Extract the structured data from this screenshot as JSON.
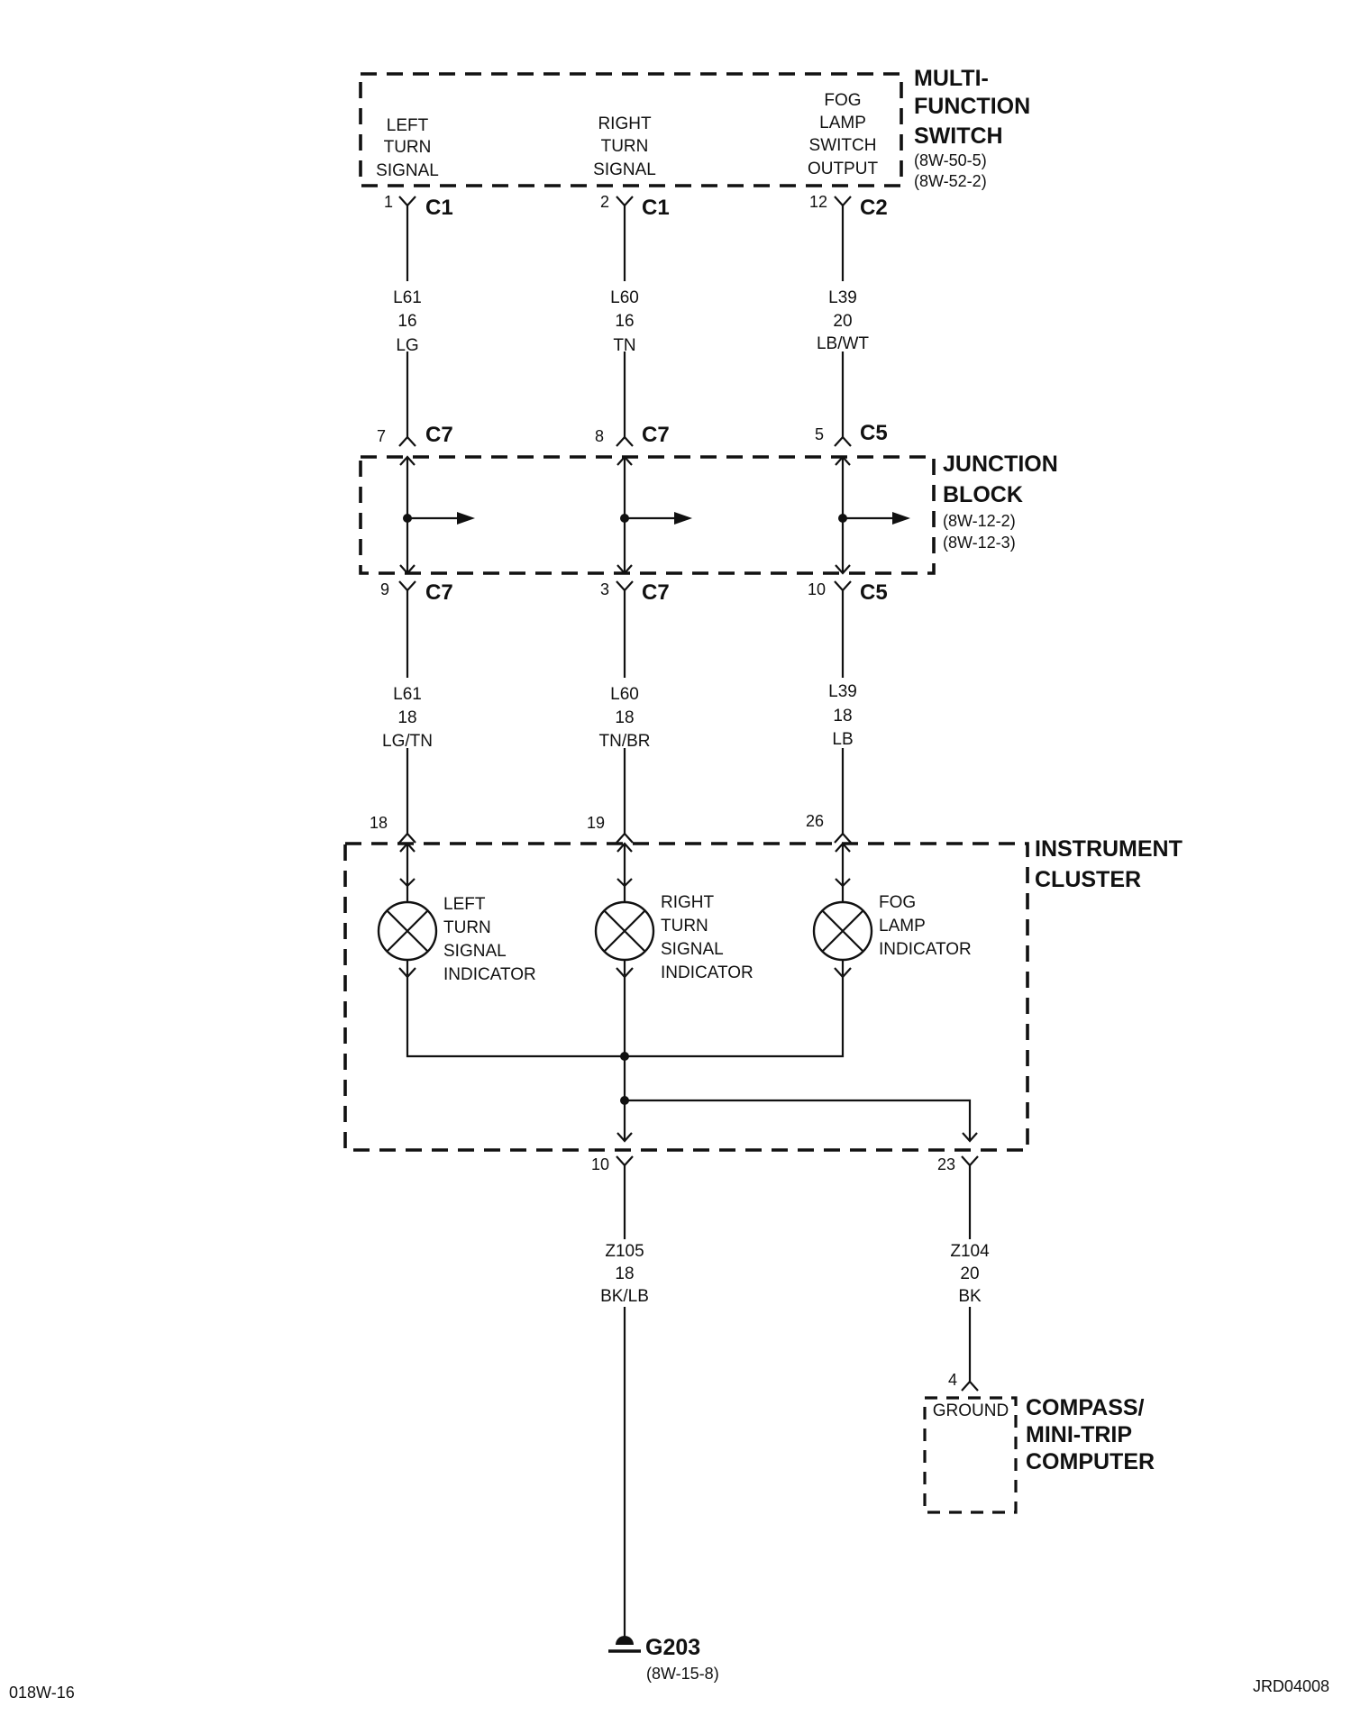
{
  "switch": {
    "title": [
      "MULTI-",
      "FUNCTION",
      "SWITCH"
    ],
    "refs": [
      "(8W-50-5)",
      "(8W-52-2)"
    ],
    "outputs": [
      [
        "LEFT",
        "TURN",
        "SIGNAL"
      ],
      [
        "RIGHT",
        "TURN",
        "SIGNAL"
      ],
      [
        "FOG",
        "LAMP",
        "SWITCH",
        "OUTPUT"
      ]
    ],
    "pins": [
      {
        "pin": "1",
        "connector": "C1"
      },
      {
        "pin": "2",
        "connector": "C1"
      },
      {
        "pin": "12",
        "connector": "C2"
      }
    ]
  },
  "wires_upper": [
    {
      "circuit": "L61",
      "gauge": "16",
      "color": "LG"
    },
    {
      "circuit": "L60",
      "gauge": "16",
      "color": "TN"
    },
    {
      "circuit": "L39",
      "gauge": "20",
      "color": "LB/WT"
    }
  ],
  "junction_block": {
    "title": [
      "JUNCTION",
      "BLOCK"
    ],
    "refs": [
      "(8W-12-2)",
      "(8W-12-3)"
    ],
    "top_pins": [
      {
        "pin": "7",
        "connector": "C7"
      },
      {
        "pin": "8",
        "connector": "C7"
      },
      {
        "pin": "5",
        "connector": "C5"
      }
    ],
    "bottom_pins": [
      {
        "pin": "9",
        "connector": "C7"
      },
      {
        "pin": "3",
        "connector": "C7"
      },
      {
        "pin": "10",
        "connector": "C5"
      }
    ]
  },
  "wires_middle": [
    {
      "circuit": "L61",
      "gauge": "18",
      "color": "LG/TN"
    },
    {
      "circuit": "L60",
      "gauge": "18",
      "color": "TN/BR"
    },
    {
      "circuit": "L39",
      "gauge": "18",
      "color": "LB"
    }
  ],
  "cluster": {
    "title": [
      "INSTRUMENT",
      "CLUSTER"
    ],
    "input_pins": [
      "18",
      "19",
      "26"
    ],
    "lamps": [
      [
        "LEFT",
        "TURN",
        "SIGNAL",
        "INDICATOR"
      ],
      [
        "RIGHT",
        "TURN",
        "SIGNAL",
        "INDICATOR"
      ],
      [
        "FOG",
        "LAMP",
        "INDICATOR"
      ]
    ],
    "output_pins": [
      "10",
      "23"
    ]
  },
  "wires_lower": [
    {
      "circuit": "Z105",
      "gauge": "18",
      "color": "BK/LB"
    },
    {
      "circuit": "Z104",
      "gauge": "20",
      "color": "BK"
    }
  ],
  "compass": {
    "pin": "4",
    "inner_label": "GROUND",
    "title": [
      "COMPASS/",
      "MINI-TRIP",
      "COMPUTER"
    ]
  },
  "ground": {
    "label": "G203",
    "ref": "(8W-15-8)"
  },
  "footer": {
    "left": "018W-16",
    "right": "JRD04008"
  }
}
